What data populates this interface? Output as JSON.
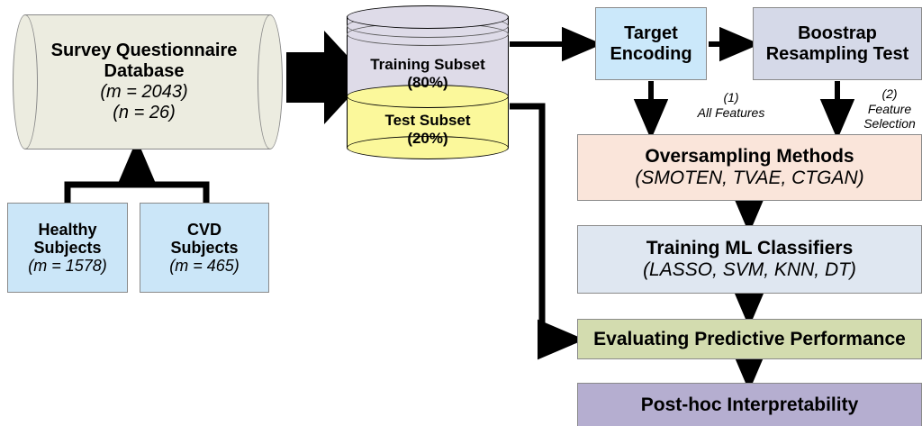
{
  "diagram": {
    "title": "CVD machine-learning study pipeline flowchart",
    "colors": {
      "database_fill": "#ECECE0",
      "subject_box_fill": "#CBE6F8",
      "training_subset_fill": "#DEDBE8",
      "test_subset_fill": "#FBF89B",
      "target_encoding_fill": "#CBE8FA",
      "bootstrap_fill": "#D5D9E8",
      "oversampling_fill": "#FAE5DA",
      "training_ml_fill": "#DFE7F1",
      "evaluating_fill": "#D3DCAF",
      "posthoc_fill": "#B5AED0",
      "arrow": "#000000",
      "border": "#8A8A8A"
    },
    "database": {
      "line1": "Survey Questionnaire",
      "line2": "Database",
      "line3": "(m = 2043)",
      "line4": "(n = 26)"
    },
    "subjects": [
      {
        "id": "healthy",
        "line1": "Healthy",
        "line2": "Subjects",
        "line3": "(m = 1578)"
      },
      {
        "id": "cvd",
        "line1": "CVD",
        "line2": "Subjects",
        "line3": "(m = 465)"
      }
    ],
    "split": {
      "training_label": "Training Subset",
      "training_percent": "(80%)",
      "test_label": "Test Subset",
      "test_percent": "(20%)"
    },
    "pipeline": {
      "target_encoding": {
        "line1": "Target",
        "line2": "Encoding"
      },
      "bootstrap": {
        "line1": "Boostrap",
        "line2": "Resampling Test"
      },
      "oversampling": {
        "title": "Oversampling Methods",
        "subtitle": "(SMOTEN, TVAE, CTGAN)"
      },
      "training_ml": {
        "title": "Training ML Classifiers",
        "subtitle": "(LASSO, SVM, KNN, DT)"
      },
      "evaluating": {
        "title": "Evaluating Predictive Performance"
      },
      "posthoc": {
        "title": "Post-hoc Interpretability"
      }
    },
    "annotations": [
      {
        "id": "all-features",
        "number": "(1)",
        "text": "All Features"
      },
      {
        "id": "feature-selection",
        "number": "(2)",
        "text": "Feature Selection"
      }
    ]
  }
}
